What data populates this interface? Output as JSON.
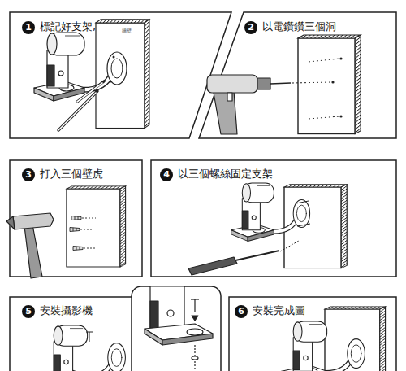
{
  "diagram": {
    "nodes": [
      {
        "text": [
          "1",
          "標記好支架,螺絲孔位"
        ]
      },
      {
        "text": [
          "2",
          "以電鑽鑽三個洞"
        ]
      },
      {
        "text": [
          "3",
          "打入三個壁虎"
        ]
      },
      {
        "text": [
          "4",
          "以三個螺絲固定支架"
        ]
      },
      {
        "text": [
          "5",
          "安裝攝影機"
        ]
      },
      {
        "text": [
          "6",
          "安裝完成圖"
        ]
      }
    ],
    "labels": [
      "牆壁"
    ]
  }
}
